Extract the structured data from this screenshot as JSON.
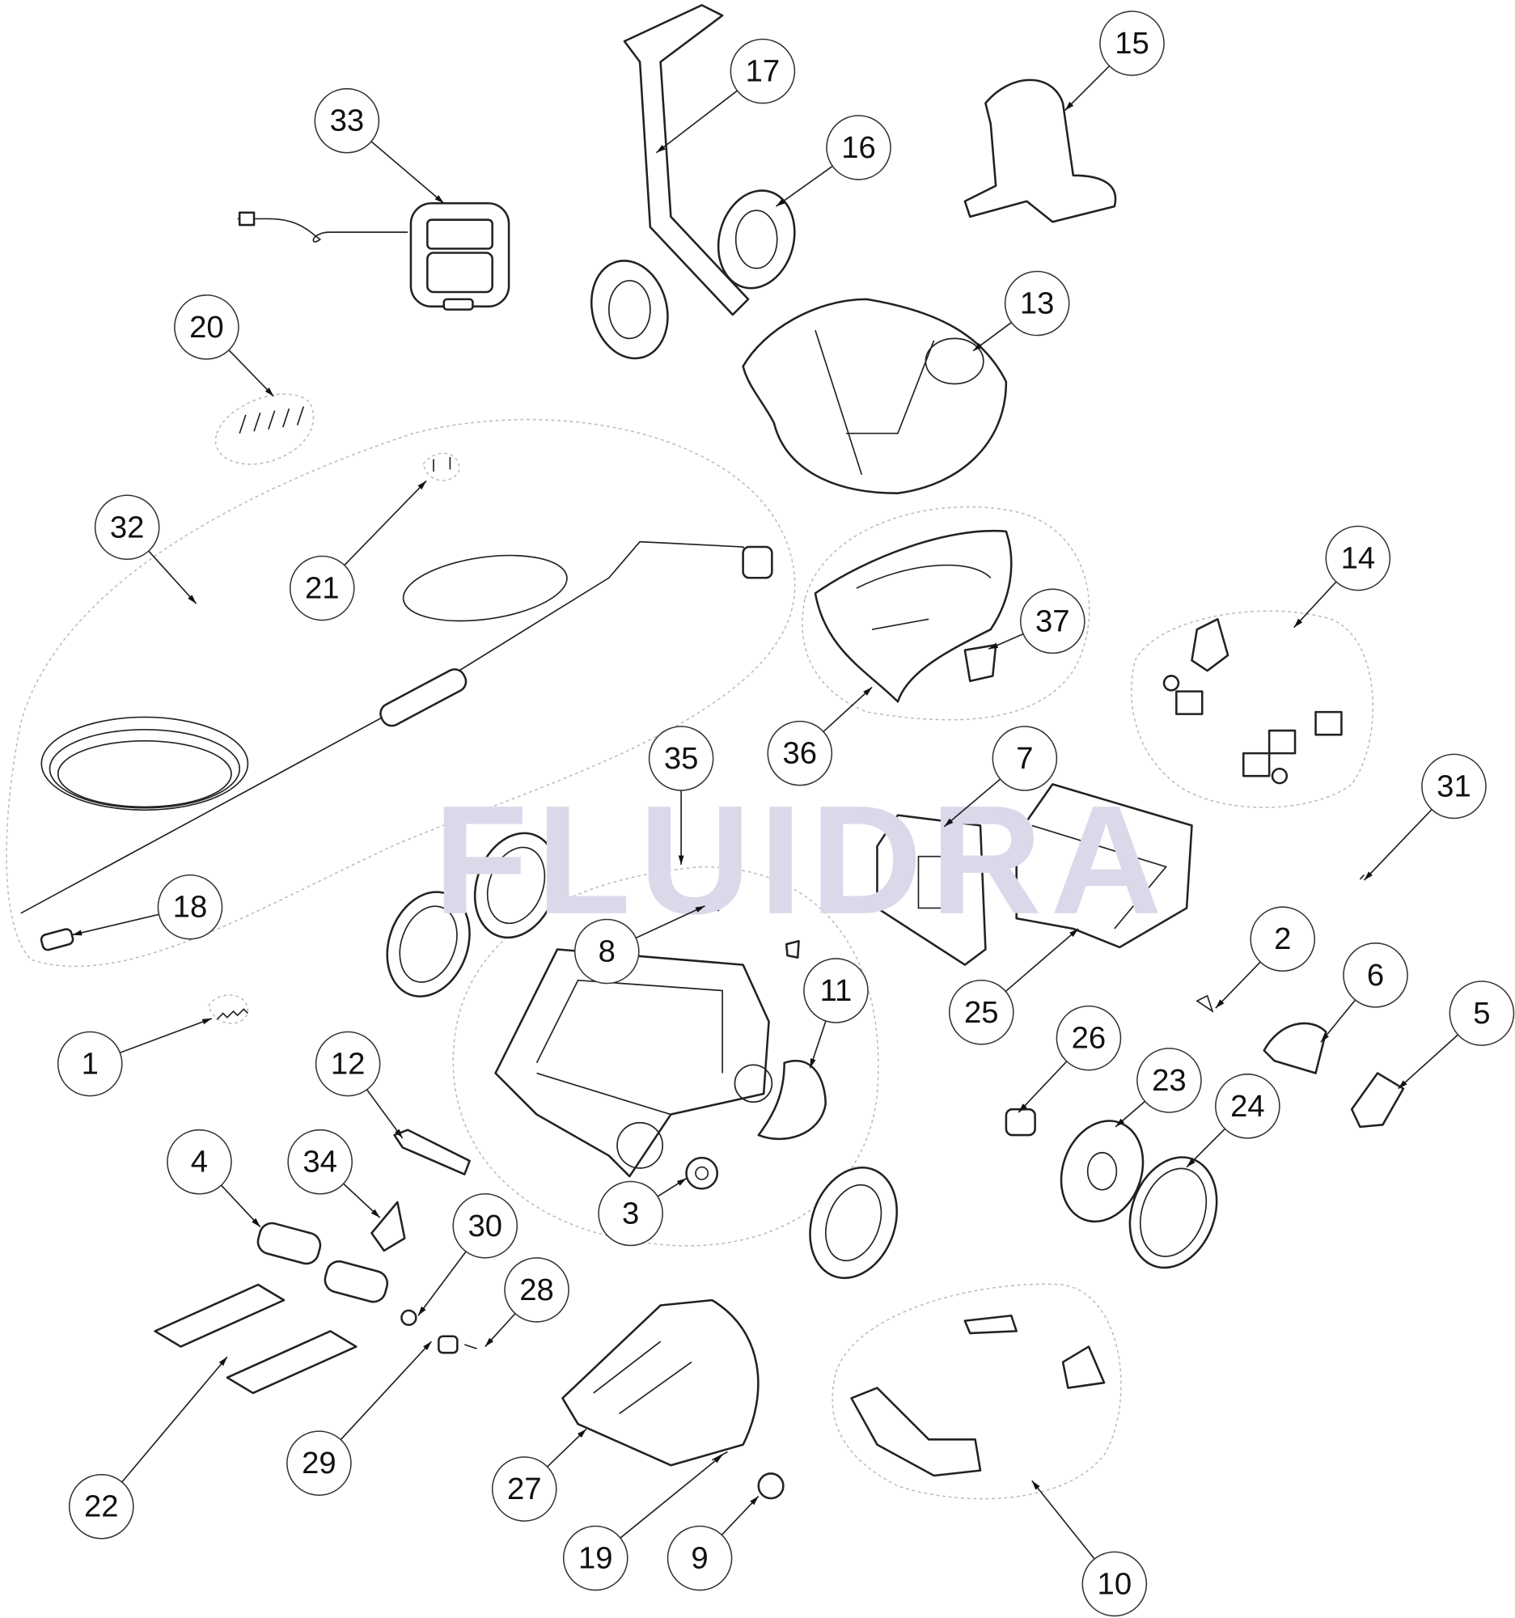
{
  "watermark": "FLUIDRA",
  "callouts": [
    "33",
    "17",
    "16",
    "15",
    "13",
    "20",
    "32",
    "21",
    "14",
    "37",
    "36",
    "35",
    "7",
    "31",
    "18",
    "8",
    "2",
    "25",
    "11",
    "6",
    "1",
    "26",
    "5",
    "12",
    "23",
    "24",
    "4",
    "34",
    "3",
    "30",
    "28",
    "29",
    "22",
    "27",
    "19",
    "9",
    "10"
  ],
  "colors": {
    "line": "#222222",
    "watermark": "#d9d9ea",
    "group_outline": "#bbbbbb"
  }
}
